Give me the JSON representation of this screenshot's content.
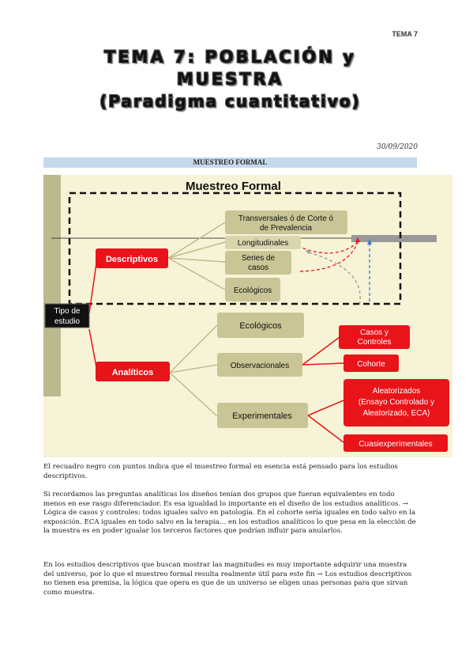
{
  "header": {
    "topic": "TEMA 7"
  },
  "title": {
    "line1": "TEMA 7: POBLACIÓN y",
    "line2": "MUESTRA",
    "line3": "(Paradigma cuantitativo)"
  },
  "date": "30/09/2020",
  "section_heading": "MUESTREO FORMAL",
  "diagram": {
    "title": "Muestreo Formal",
    "root": [
      "Tipo de",
      "estudio"
    ],
    "descriptivos": "Descriptivos",
    "analiticos": "Analíticos",
    "desc_items": {
      "transversales": [
        "Transversales ó de Corte ó",
        "de Prevalencia"
      ],
      "longitudinales": "Longitudinales",
      "series": [
        "Series de",
        "casos"
      ],
      "ecologicos": "Ecológicos"
    },
    "anal_items": {
      "ecologicos": "Ecológicos",
      "observacionales": "Observacionales",
      "experimentales": "Experimentales"
    },
    "obs_items": {
      "casos": [
        "Casos y",
        "Controles"
      ],
      "cohorte": "Cohorte"
    },
    "exp_items": {
      "aleatorizados": [
        "Aleatorizados",
        "(Ensayo Controlado y",
        "Aleatorizado, ECA)"
      ],
      "cuasi": "Cuasiexperimentales"
    },
    "colors": {
      "red": "#e8141a",
      "olive": "#c9c596",
      "background": "#f7f3d6",
      "dashed_blue": "#3a7bd5"
    }
  },
  "paragraphs": [
    "El recuadro negro con puntos indica que el muestreo formal en esencia está pensado para los estudios descriptivos.",
    "Si recordamos las preguntas analíticas los diseños tenían dos grupos que fueran equivalentes en todo menos en ese rasgo diferenciador. Es esa igualdad lo importante en el diseño de los estudios analíticos. → Lógica de casos y controles: todos iguales salvo en patología. En el cohorte sería iguales en todo salvo en la exposición. ECA iguales en todo salvo en la terapia… en los estudios analíticos lo que pesa en la elección de la muestra es en poder igualar los terceros factores que podrían influir para anularlos.",
    "En los estudios descriptivos que buscan mostrar las magnitudes es muy importante adquirir una muestra del universo, por lo que el muestreo formal resulta realmente útil para este fin → Los estudios descriptivos no tienen esa premisa, la lógica que opera es que de un universo se eligen unas personas para que sirvan como muestra."
  ]
}
